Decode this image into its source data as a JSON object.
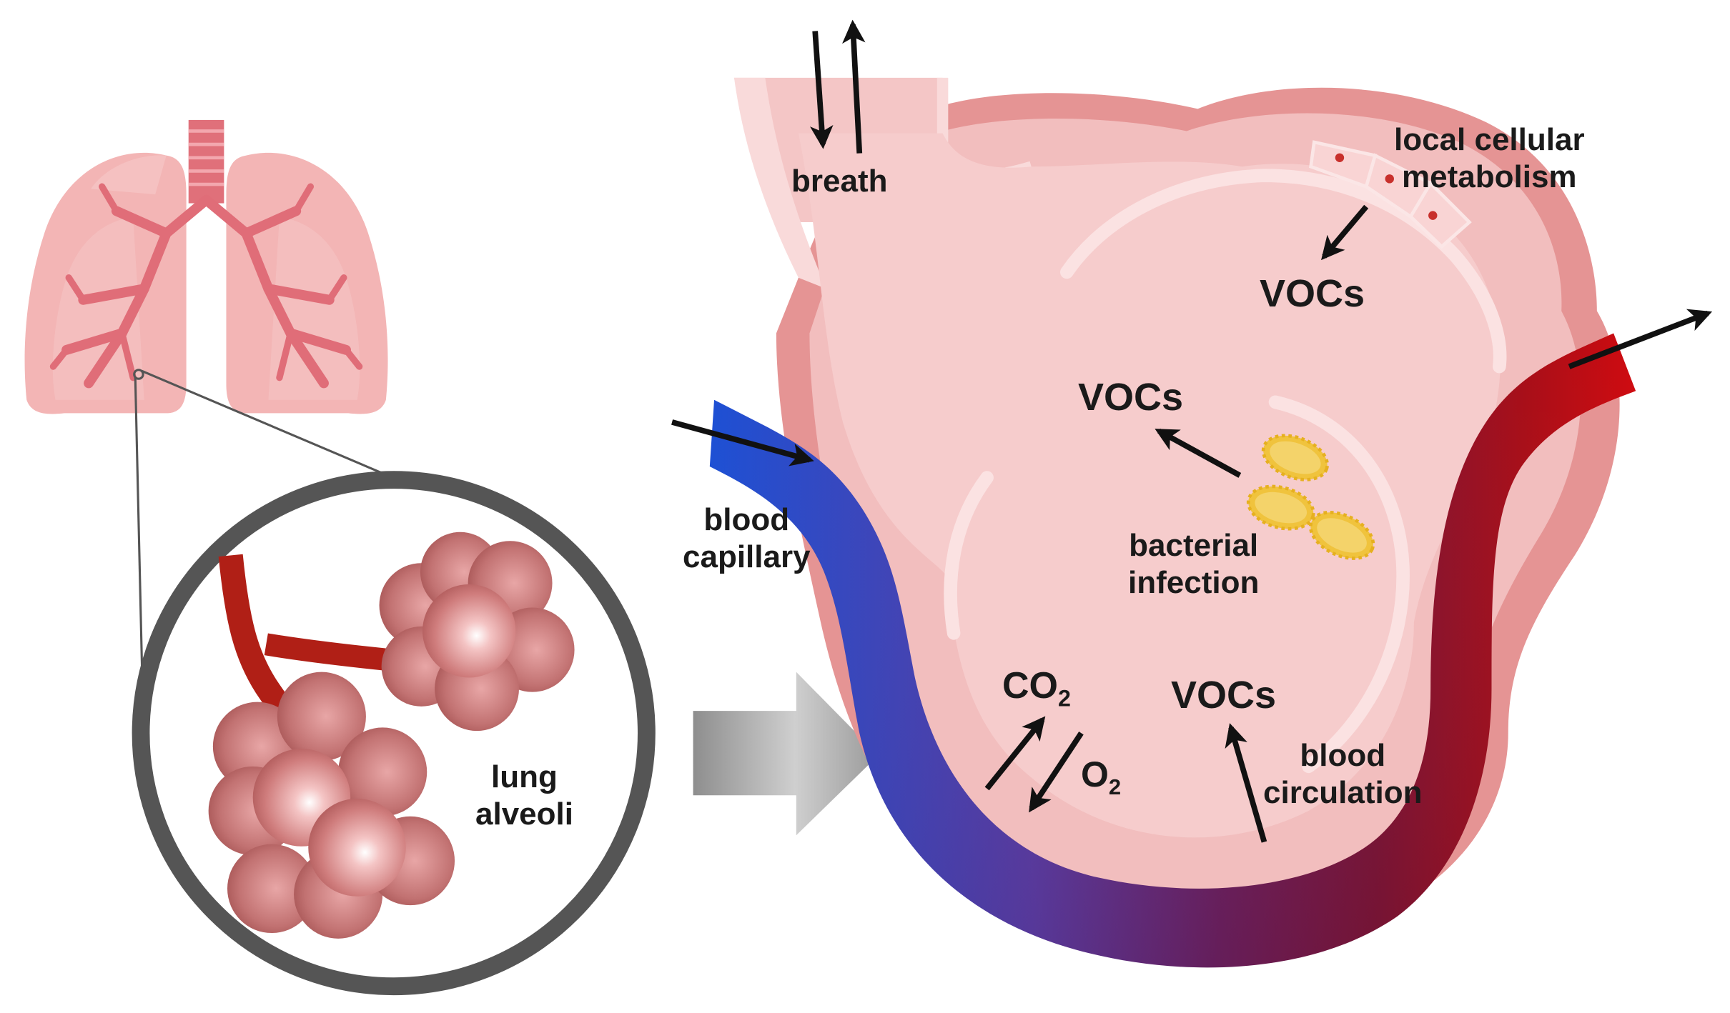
{
  "labels": {
    "breath": "breath",
    "local_metabolism": {
      "line1": "local cellular",
      "line2": "metabolism"
    },
    "vocs_top": "VOCs",
    "vocs_middle": "VOCs",
    "vocs_bottom": "VOCs",
    "bacterial_infection": {
      "line1": "bacterial",
      "line2": "infection"
    },
    "blood_capillary": {
      "line1": "blood",
      "line2": "capillary"
    },
    "blood_circulation": {
      "line1": "blood",
      "line2": "circulation"
    },
    "co2": {
      "main": "CO",
      "sub": "2"
    },
    "o2": {
      "main": "O",
      "sub": "2"
    },
    "lung_alveoli": {
      "line1": "lung",
      "line2": "alveoli"
    }
  },
  "colors": {
    "deoxygenated_blood": "#1f4fd0",
    "oxygenated_blood": "#c8141c",
    "alveolus_fill": "#f5c6c6",
    "lung_fill": "#f3b8b8",
    "bacteria": "#f2cc4a"
  }
}
